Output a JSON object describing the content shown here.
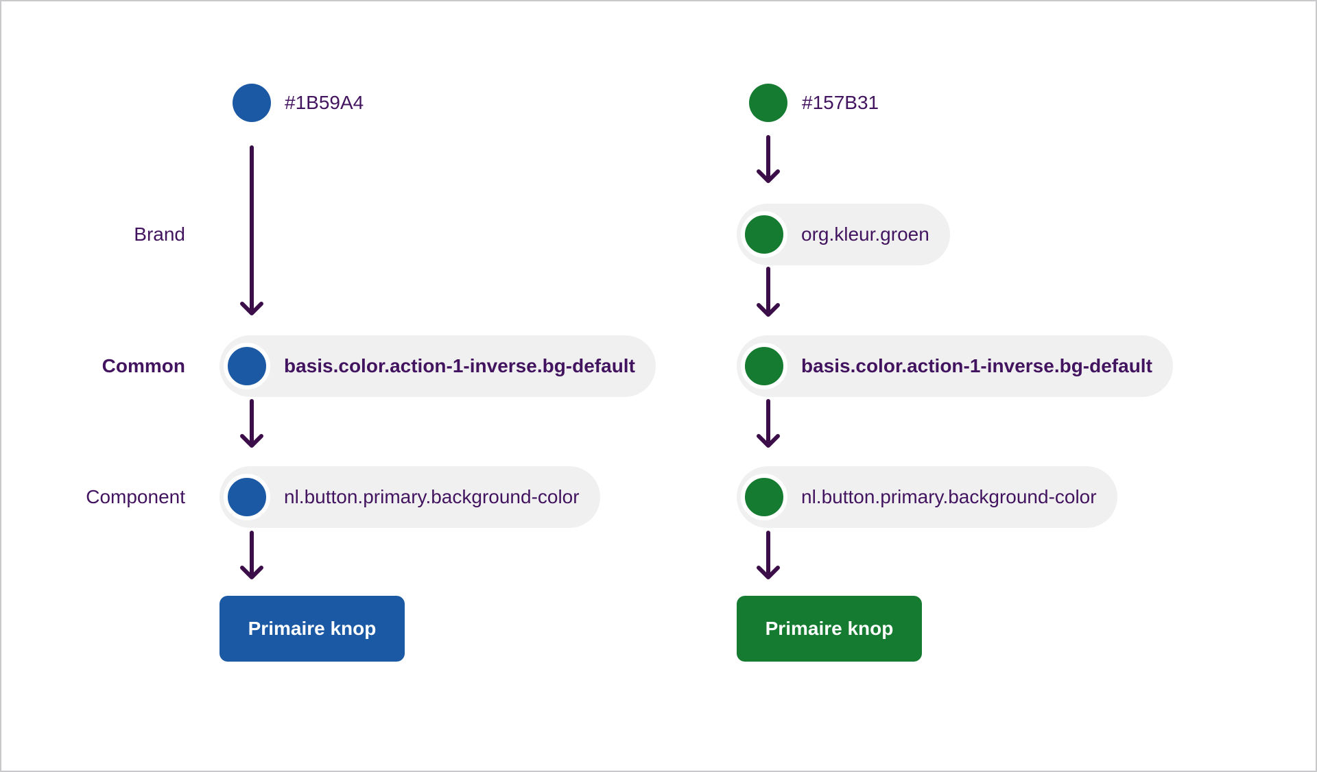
{
  "diagram": {
    "row_labels": [
      {
        "id": "brand",
        "label": "Brand"
      },
      {
        "id": "common",
        "label": "Common"
      },
      {
        "id": "component",
        "label": "Component"
      }
    ],
    "columns": [
      {
        "name": "blue",
        "swatch_color": "#1B59A4",
        "swatch_label": "#1B59A4",
        "tokens": {
          "common": "basis.color.action-1-inverse.bg-default",
          "component": "nl.button.primary.background-color"
        },
        "button_label": "Primaire knop"
      },
      {
        "name": "green",
        "swatch_color": "#157B31",
        "swatch_label": "#157B31",
        "tokens": {
          "brand": "org.kleur.groen",
          "common": "basis.color.action-1-inverse.bg-default",
          "component": "nl.button.primary.background-color"
        },
        "button_label": "Primaire knop"
      }
    ],
    "colors": {
      "blue": "#1B59A4",
      "green": "#157B31",
      "text": "#42145F",
      "arrow": "#3B0D49",
      "pill_bg": "#F0F0F0",
      "button_text": "#FFFFFF",
      "canvas_bg": "#FFFFFF",
      "border": "#C9C9CB"
    }
  }
}
